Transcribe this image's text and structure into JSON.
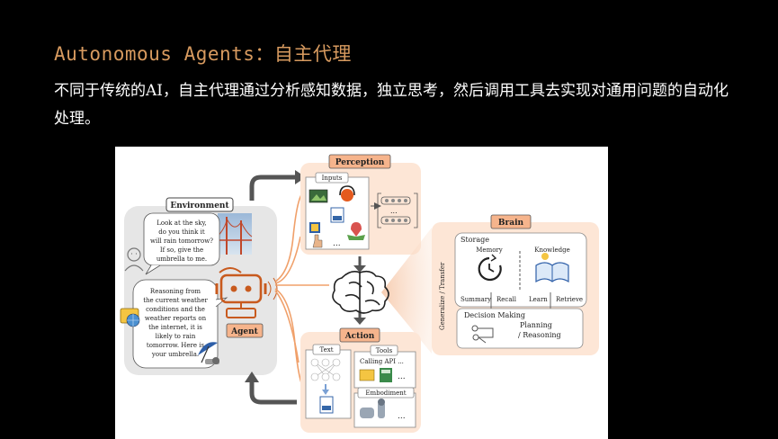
{
  "slide": {
    "title": "Autonomous Agents：自主代理",
    "description": "不同于传统的AI，自主代理通过分析感知数据，独立思考，然后调用工具去实现对通用问题的自动化处理。"
  },
  "figure": {
    "environment": {
      "label": "Environment",
      "human_bubble": [
        "Look at the sky,",
        "do you think it",
        "will rain tomorrow?",
        "If so, give the",
        "umbrella to me."
      ],
      "agent_bubble": [
        "Reasoning from",
        "the current weather",
        "conditions and the",
        "weather reports on",
        "the internet, it is",
        "likely to rain",
        "tomorrow. Here is",
        "your umbrella."
      ]
    },
    "agent_label": "Agent",
    "perception": {
      "label": "Perception",
      "inputs_label": "Inputs",
      "ellipsis": "..."
    },
    "brain": {
      "label": "Brain",
      "storage": "Storage",
      "memory": "Memory",
      "knowledge": "Knowledge",
      "summary": "Summary",
      "recall": "Recall",
      "learn": "Learn",
      "retrieve": "Retrieve",
      "side_label": "Generalize / Transfer",
      "decision_making": "Decision Making",
      "planning": "Planning",
      "reasoning": "/ Reasoning"
    },
    "action": {
      "label": "Action",
      "text_label": "Text",
      "tools_label": "Tools",
      "calling_api": "Calling API ...",
      "embodiment_label": "Embodiment",
      "ellipsis": "..."
    }
  },
  "colors": {
    "title": "#d79a5f",
    "accent_orange": "#f0a06a",
    "panel_peach": "#fde6d6",
    "header_fill": "#f6b48c",
    "env_gray": "#e6e6e6"
  }
}
